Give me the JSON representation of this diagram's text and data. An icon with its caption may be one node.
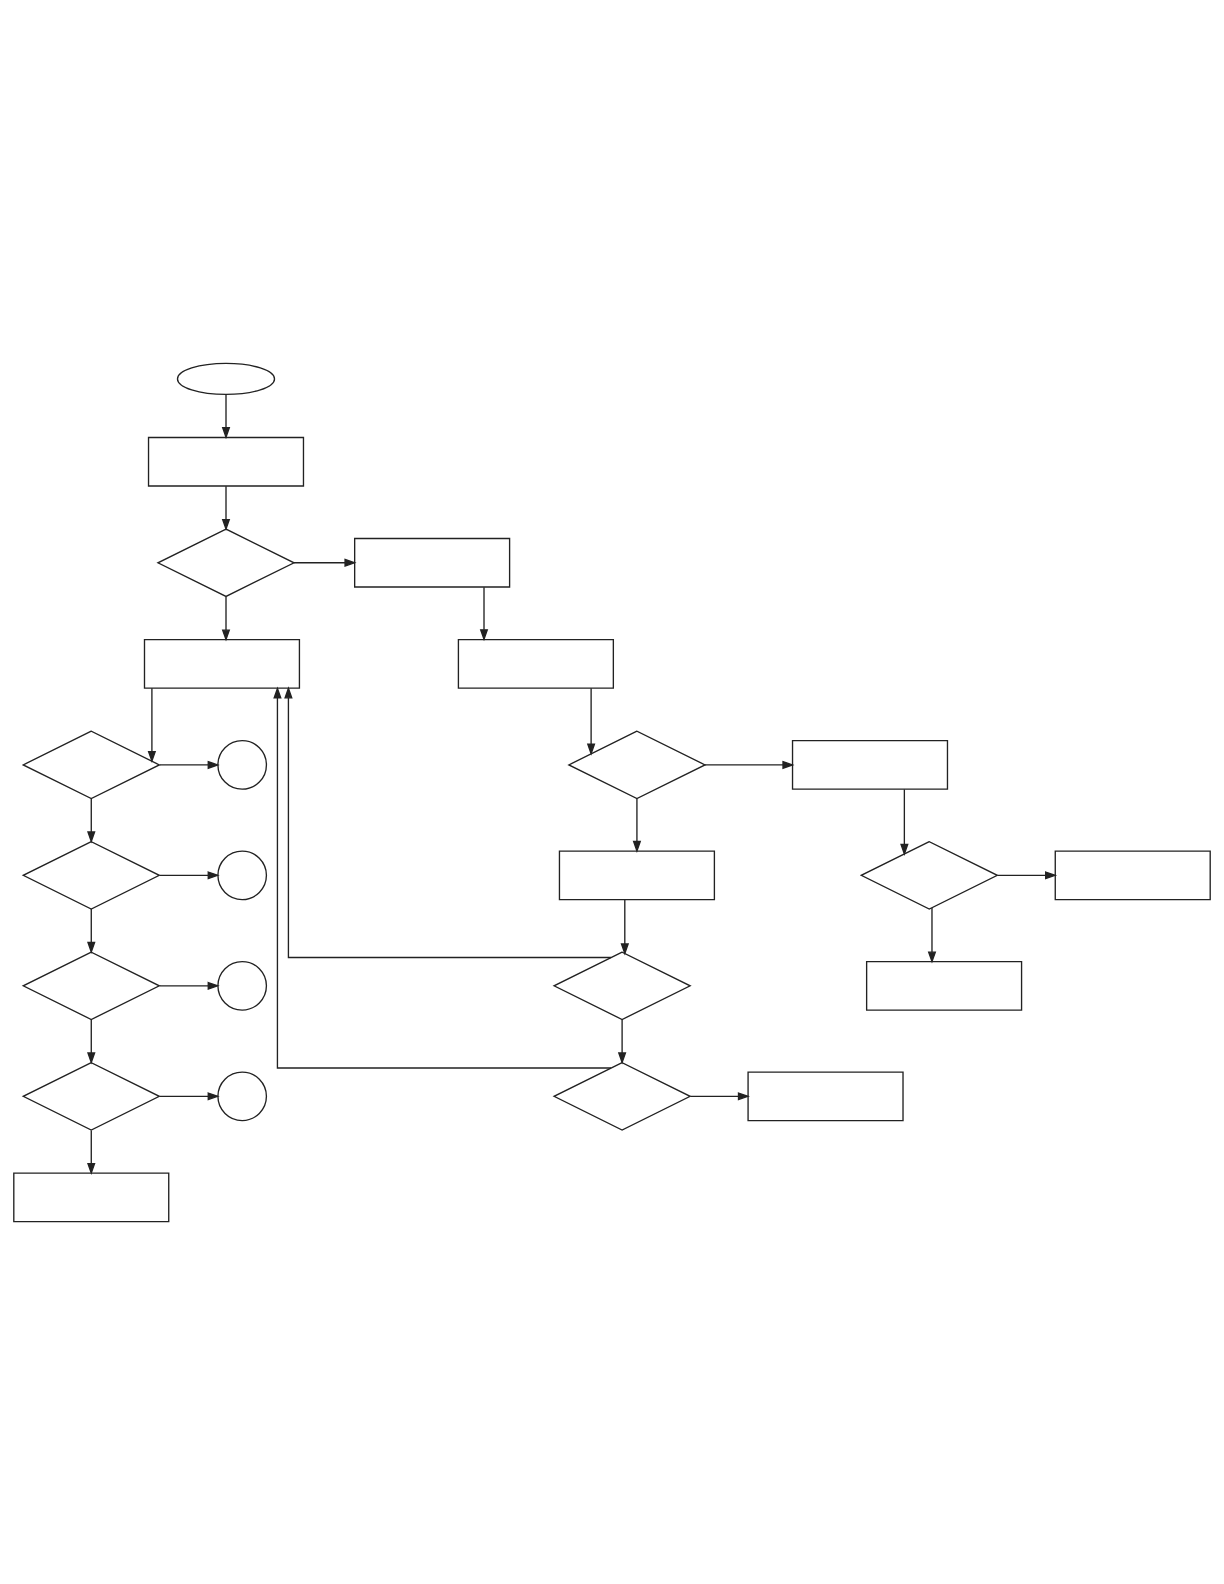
{
  "diagram": {
    "nodes": [
      {
        "text": [],
        "shape": "oval"
      },
      {
        "text": [],
        "shape": "box"
      },
      {
        "text": [],
        "shape": "diamond"
      },
      {
        "text": [],
        "shape": "box"
      },
      {
        "text": [],
        "shape": "box"
      },
      {
        "text": [],
        "shape": "diamond"
      },
      {
        "text": [],
        "shape": "circle"
      },
      {
        "text": [],
        "shape": "diamond"
      },
      {
        "text": [],
        "shape": "circle"
      },
      {
        "text": [],
        "shape": "box"
      },
      {
        "text": [],
        "shape": "diamond"
      },
      {
        "text": [],
        "shape": "circle"
      },
      {
        "text": [],
        "shape": "diamond"
      },
      {
        "text": [],
        "shape": "box"
      },
      {
        "text": [],
        "shape": "diamond"
      },
      {
        "text": [],
        "shape": "circle"
      },
      {
        "text": [],
        "shape": "box"
      },
      {
        "text": [],
        "shape": "diamond"
      },
      {
        "text": [],
        "shape": "box"
      },
      {
        "text": [],
        "shape": "box"
      },
      {
        "text": [],
        "shape": "diamond"
      },
      {
        "text": [],
        "shape": "box"
      },
      {
        "text": [],
        "shape": "diamond"
      },
      {
        "text": [],
        "shape": "box"
      }
    ],
    "edges": [
      {
        "from": 0,
        "to": 1,
        "arrow": "to"
      },
      {
        "from": 1,
        "to": 2,
        "arrow": "to"
      },
      {
        "from": 2,
        "to": 3,
        "arrow": "to"
      },
      {
        "from": 2,
        "to": 4,
        "arrow": "to"
      },
      {
        "from": 3,
        "to": 9,
        "arrow": "to"
      },
      {
        "from": 9,
        "to": 12,
        "arrow": "to"
      },
      {
        "from": 12,
        "to": 13,
        "arrow": "to"
      },
      {
        "from": 12,
        "to": 16,
        "arrow": "to"
      },
      {
        "from": 13,
        "to": 17,
        "arrow": "to"
      },
      {
        "from": 17,
        "to": 18,
        "arrow": "to"
      },
      {
        "from": 17,
        "to": 21,
        "arrow": "to"
      },
      {
        "from": 16,
        "to": 20,
        "arrow": "to"
      },
      {
        "from": 20,
        "to": 22,
        "arrow": "to"
      },
      {
        "from": 20,
        "to": 4,
        "arrow": "to"
      },
      {
        "from": 22,
        "to": 4,
        "arrow": "to"
      },
      {
        "from": 22,
        "to": 23,
        "arrow": "to"
      },
      {
        "from": 4,
        "to": 5,
        "arrow": "to"
      },
      {
        "from": 5,
        "to": 6,
        "arrow": "to"
      },
      {
        "from": 5,
        "to": 7,
        "arrow": "to"
      },
      {
        "from": 7,
        "to": 8,
        "arrow": "to"
      },
      {
        "from": 7,
        "to": 10,
        "arrow": "to"
      },
      {
        "from": 10,
        "to": 11,
        "arrow": "to"
      },
      {
        "from": 10,
        "to": 14,
        "arrow": "to"
      },
      {
        "from": 14,
        "to": 15,
        "arrow": "to"
      },
      {
        "from": 14,
        "to": 19,
        "arrow": "to"
      }
    ]
  }
}
